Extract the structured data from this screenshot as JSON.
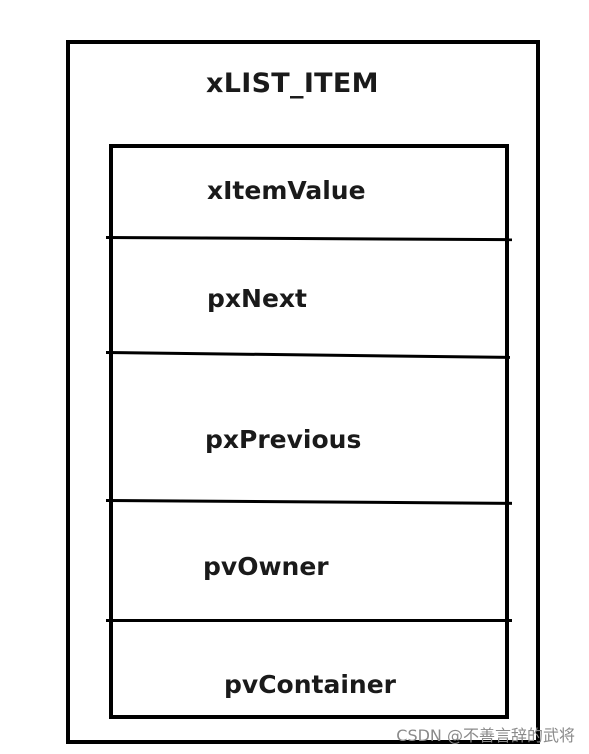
{
  "diagram": {
    "struct_name": "xLIST_ITEM",
    "fields": [
      {
        "label": "xItemValue"
      },
      {
        "label": "pxNext"
      },
      {
        "label": "pxPrevious"
      },
      {
        "label": "pvOwner"
      },
      {
        "label": "pvContainer"
      }
    ]
  },
  "watermark": "CSDN @不善言辞的武将"
}
